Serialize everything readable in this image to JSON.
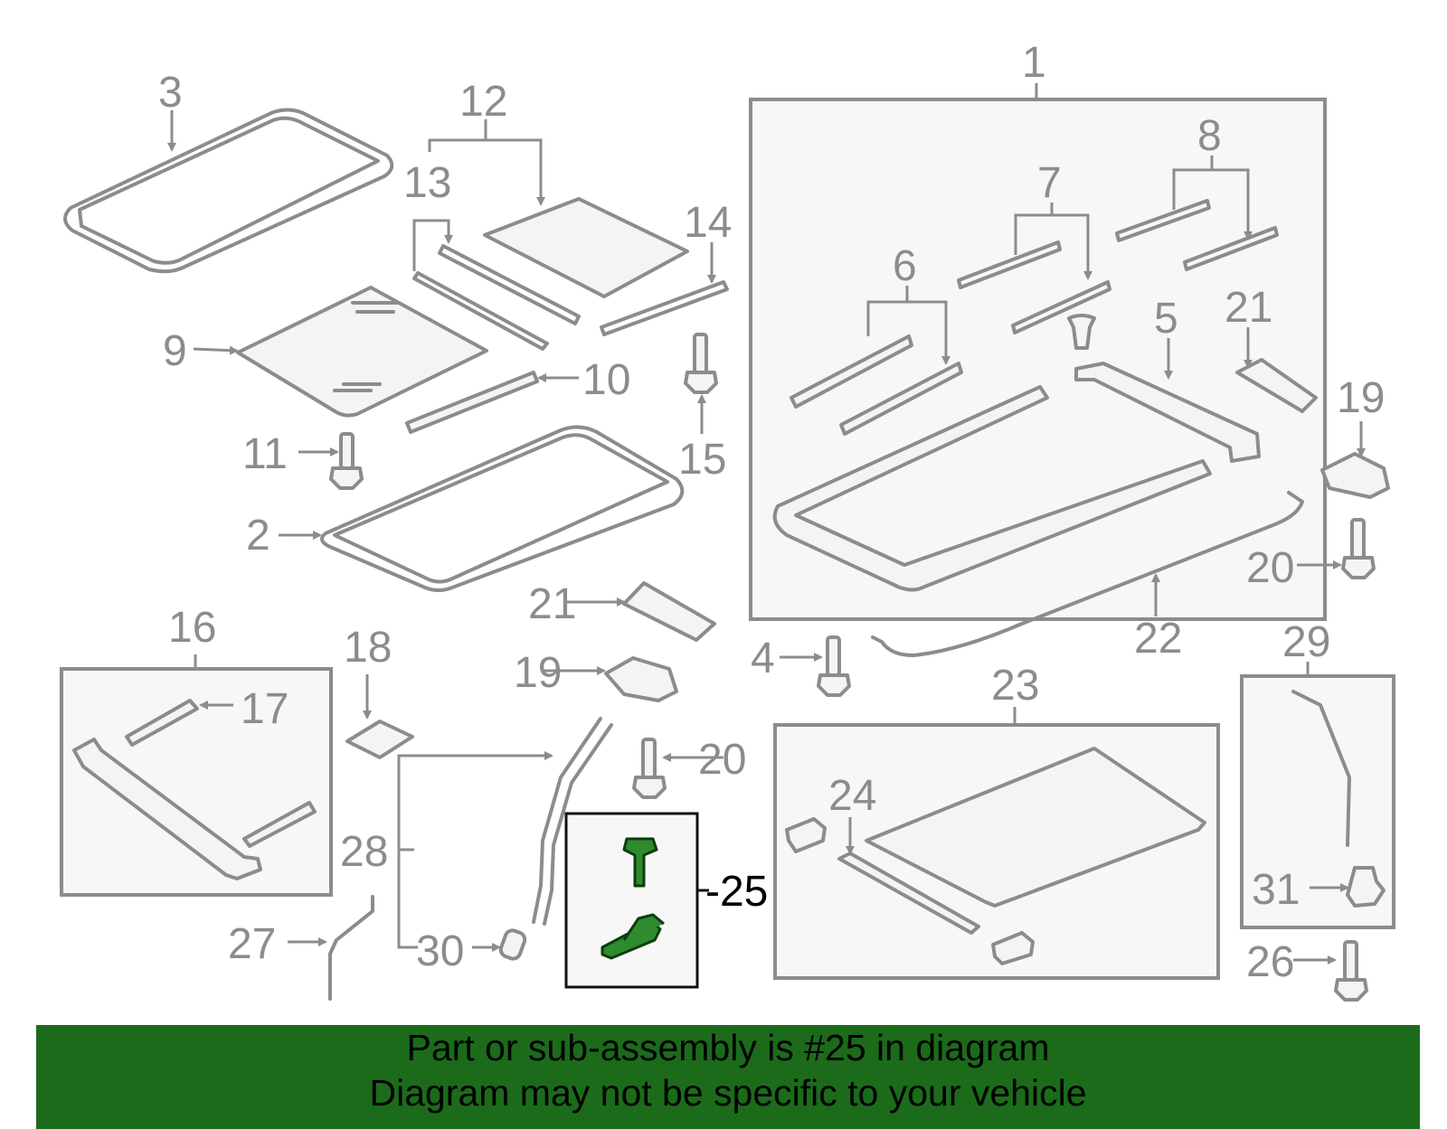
{
  "labels": {
    "l1": "1",
    "l2": "2",
    "l3": "3",
    "l4": "4",
    "l5": "5",
    "l6": "6",
    "l7": "7",
    "l8": "8",
    "l9": "9",
    "l10": "10",
    "l11": "11",
    "l12": "12",
    "l13": "13",
    "l14": "14",
    "l15": "15",
    "l16": "16",
    "l17": "17",
    "l18": "18",
    "l19a": "19",
    "l19b": "19",
    "l20a": "20",
    "l20b": "20",
    "l21a": "21",
    "l21b": "21",
    "l22": "22",
    "l23": "23",
    "l24": "24",
    "l25": "-25",
    "l26": "26",
    "l27": "27",
    "l28": "28",
    "l29": "29",
    "l30": "30",
    "l31": "31"
  },
  "highlight_part": "25",
  "colors": {
    "part_gray": "#8c8c8c",
    "highlight_green": "#2e8b2e",
    "banner_green": "#1b6b1b"
  },
  "banner": {
    "line1": "Part or sub-assembly is #25 in diagram",
    "line2": "Diagram may not be specific to your vehicle"
  }
}
